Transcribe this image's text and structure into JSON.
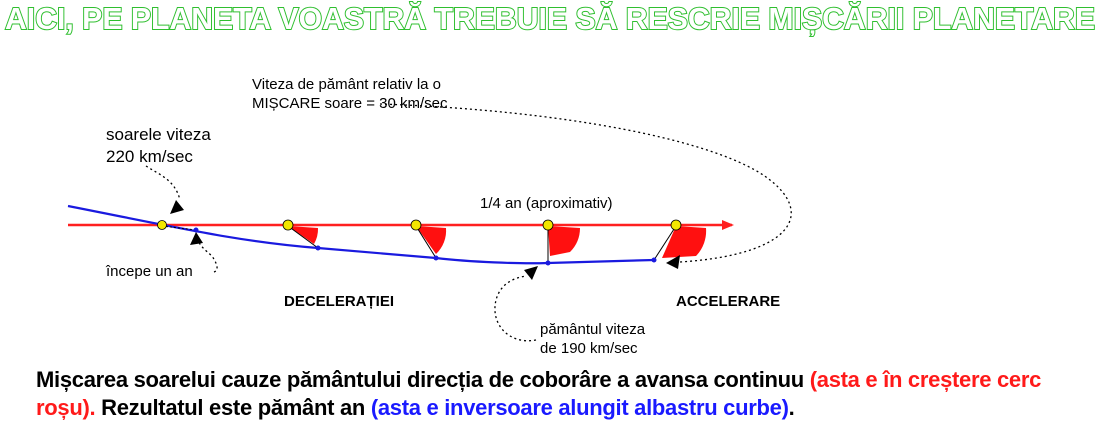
{
  "title": "AICI, PE PLANETA VOASTRĂ TREBUIE SĂ RESCRIE MIȘCĂRII PLANETARE",
  "labels": {
    "earth_speed_relative_line1": "Viteza de pământ relativ la o",
    "earth_speed_relative_line2": "MIȘCARE soare = 30 km/sec",
    "sun_speed_line1": "soarele viteza",
    "sun_speed_line2": "220  km/sec",
    "quarter_year": "1/4 an (aproximativ)",
    "year_start": "începe un an",
    "deceleration": "DECELERAȚIEI",
    "acceleration": "ACCELERARE",
    "earth_speed_line1": "pământul viteza",
    "earth_speed_line2": "de  190  km/sec"
  },
  "caption": {
    "part1": "Mișcarea soarelui cauze pământului direcția de coborâre a avansa continuu ",
    "part2": "(asta e în creștere cerc roșu).",
    "part3": " Rezultatul este pământ an ",
    "part4": "(asta e inversoare alungit albastru curbe)",
    "part5": "."
  },
  "colors": {
    "title_fill": "#ffffff",
    "title_outline": "#2fbf2f",
    "sun_line": "#ff2020",
    "earth_curve": "#1a1adf",
    "sun_dot": "#f2e600",
    "wedge": "#ff1010",
    "text": "#000000"
  }
}
